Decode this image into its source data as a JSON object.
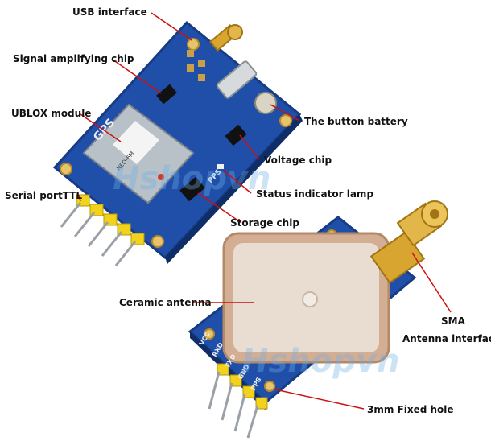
{
  "labels": {
    "usb": "USB interface",
    "signal_chip": "Signal amplifying chip",
    "ublox": "UBLOX module",
    "button_battery": "The button battery",
    "voltage_chip": "Voltage chip",
    "status_lamp": "Status indicator lamp",
    "serial_port": "Serial portTTL",
    "storage_chip": "Storage chip",
    "ceramic_antenna": "Ceramic antenna",
    "sma": "SMA",
    "antenna_interface": "Antenna interface",
    "fixed_hole": "3mm Fixed hole"
  },
  "board_silk": {
    "gps_text": "GPS",
    "pps": "PPS",
    "module_text": "NEO-6M",
    "header_pins": [
      "VCC",
      "RXD",
      "TXD",
      "GND",
      "PPS"
    ]
  },
  "watermark": "Hshopvn",
  "colors": {
    "pcb": "#1f4fa8",
    "pcb_dark": "#173c85",
    "header": "#f2d21a",
    "gold": "#d9a531",
    "antenna": "#d4ae92",
    "leader": "#cc1111"
  }
}
